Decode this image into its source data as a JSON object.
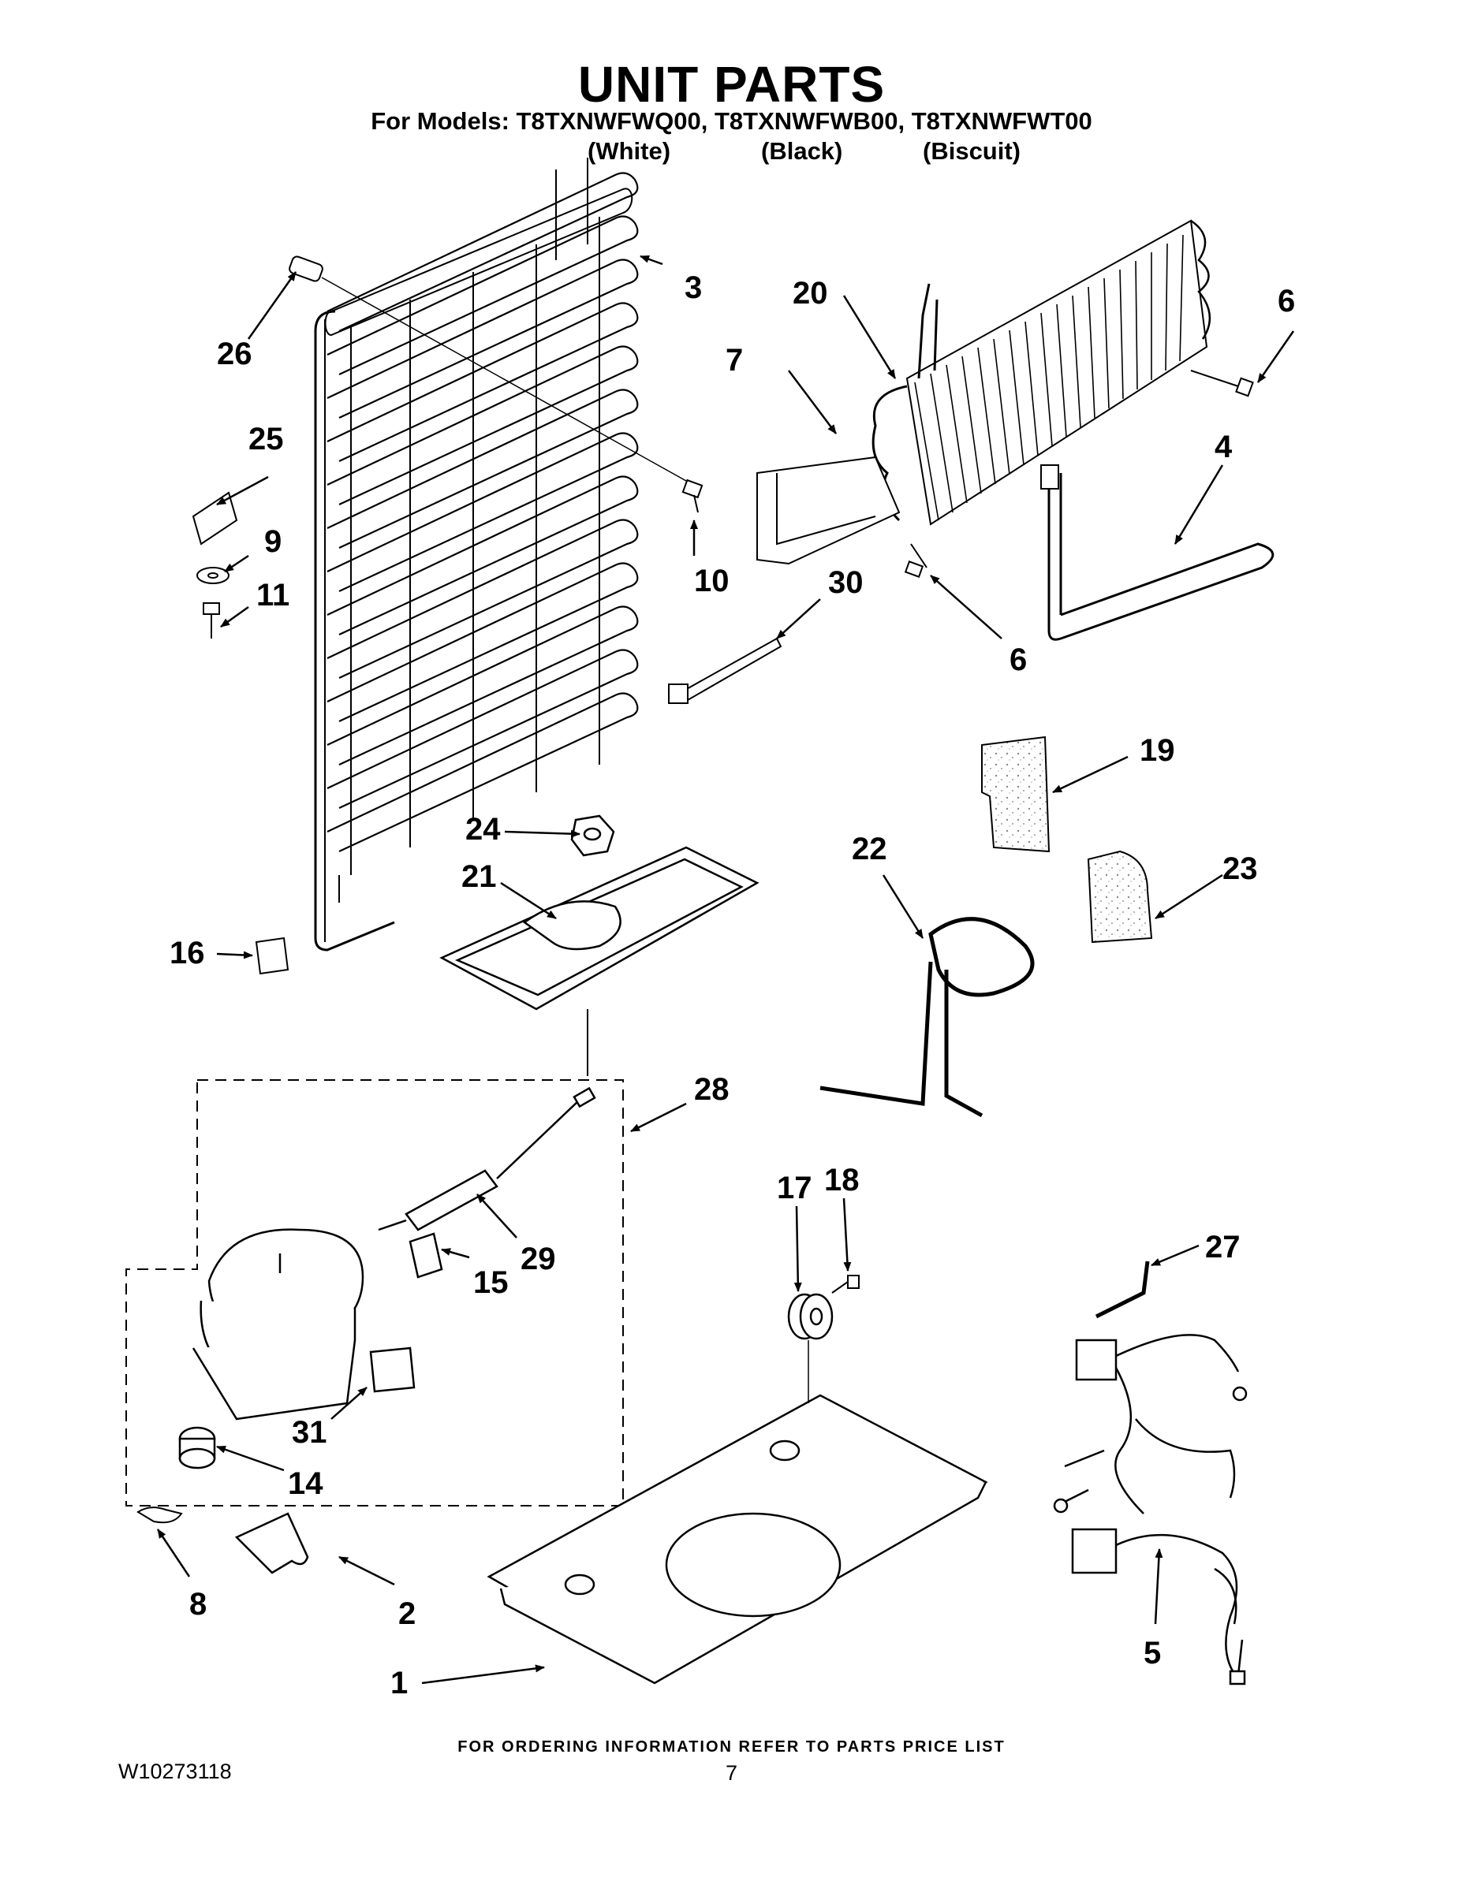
{
  "header": {
    "title": "UNIT PARTS",
    "models_line": "For Models: T8TXNWFWQ00, T8TXNWFWB00, T8TXNWFWT00",
    "colors": [
      "(White)",
      "(Black)",
      "(Biscuit)"
    ]
  },
  "callouts": [
    "1",
    "2",
    "3",
    "4",
    "5",
    "6",
    "6",
    "7",
    "8",
    "9",
    "10",
    "11",
    "14",
    "15",
    "16",
    "17",
    "18",
    "19",
    "20",
    "21",
    "22",
    "23",
    "24",
    "25",
    "26",
    "27",
    "28",
    "29",
    "30",
    "31"
  ],
  "footer": {
    "ordering_note": "FOR ORDERING INFORMATION REFER TO PARTS PRICE LIST",
    "document_id": "W10273118",
    "page_number": "7"
  }
}
